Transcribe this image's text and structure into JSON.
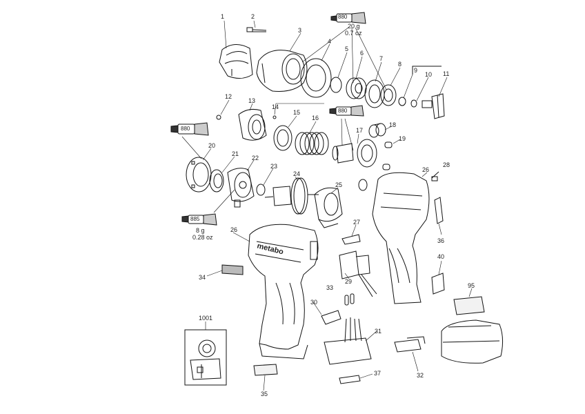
{
  "labels": {
    "p1": "1",
    "p2": "2",
    "p3": "3",
    "p4": "4",
    "p5": "5",
    "p6": "6",
    "p7": "7",
    "p8": "8",
    "p9": "9",
    "p10": "10",
    "p11": "11",
    "p12": "12",
    "p13": "13",
    "p14": "14",
    "p15": "15",
    "p16": "16",
    "p17": "17",
    "p18": "18",
    "p19": "19",
    "p20": "20",
    "p21": "21",
    "p22": "22",
    "p23": "23",
    "p24": "24",
    "p25": "25",
    "p26a": "26",
    "p26b": "26",
    "p27": "27",
    "p28": "28",
    "p29": "29",
    "p30": "30",
    "p31": "31",
    "p32": "32",
    "p33": "33",
    "p34": "34",
    "p35a": "35",
    "p35b": "35",
    "p36": "36",
    "p37": "37",
    "p40": "40",
    "p95": "95",
    "p1001": "1001"
  },
  "grease": {
    "top_code": "880",
    "top_amount": "20 g",
    "top_amount_oz": "0.7 oz",
    "mid_code": "880",
    "left_code": "880",
    "bottom_code": "885",
    "bottom_amount": "8 g",
    "bottom_amount_oz": "0.28 oz"
  },
  "brand": "metabo"
}
